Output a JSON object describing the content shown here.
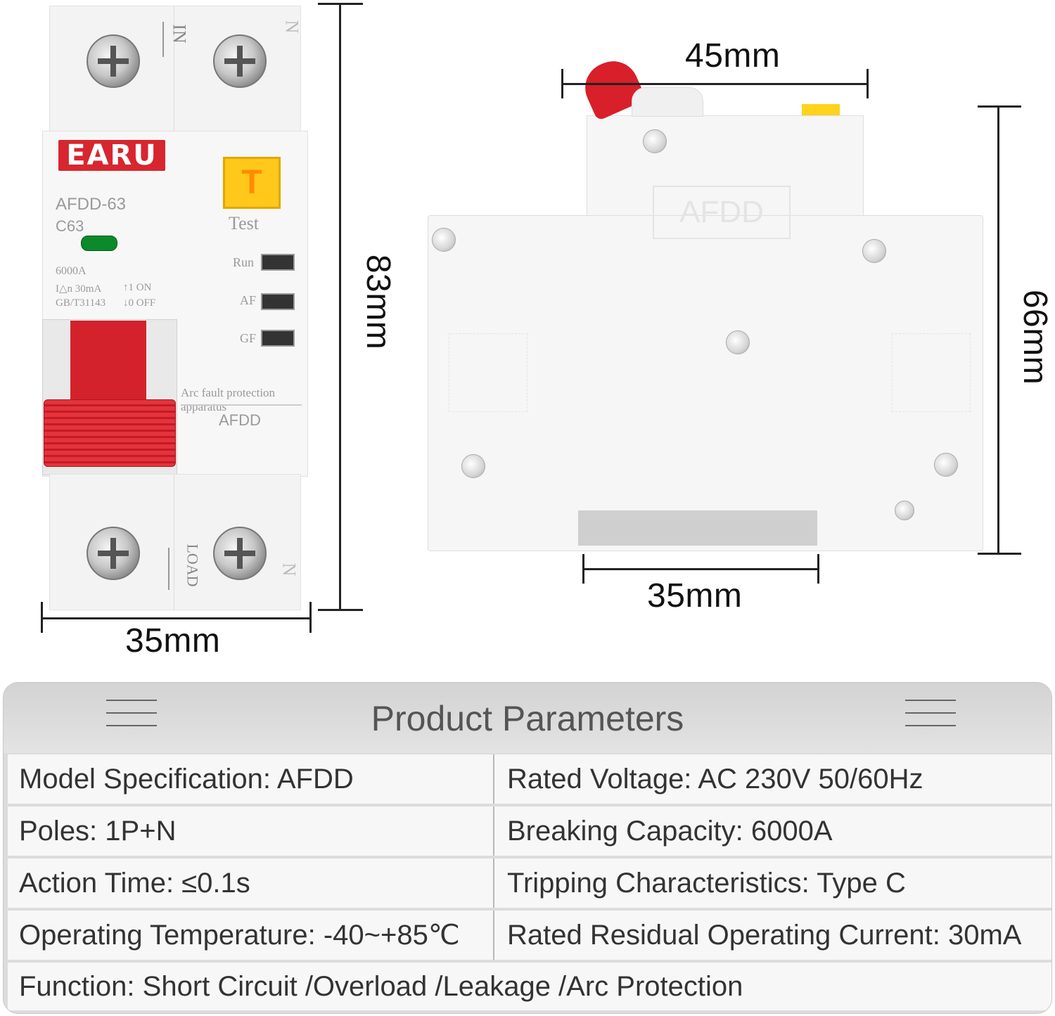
{
  "breaker": {
    "brand": "EARU",
    "model": "AFDD-63",
    "curve": "C63",
    "terminal_in": "IN",
    "terminal_n_top": "N",
    "terminal_load": "LOAD",
    "terminal_n_bottom": "N",
    "test_button": "T",
    "test_label": "Test",
    "rating": "6000A",
    "residual": "I△n 30mA",
    "switch_on": "↑1 ON",
    "switch_off": "↓0 OFF",
    "standard": "GB/T31143",
    "indicators": [
      "Run",
      "AF",
      "GF"
    ],
    "caption": "Arc fault protection apparatus",
    "caption2": "AFDD"
  },
  "side_view": {
    "emboss": "AFDD"
  },
  "dimensions": {
    "front_width": "35mm",
    "front_height": "83mm",
    "side_top_width": "45mm",
    "side_height": "66mm",
    "side_bottom_width": "35mm"
  },
  "parameters": {
    "title": "Product Parameters",
    "rows": [
      [
        "Model Specification: AFDD",
        "Rated Voltage: AC 230V 50/60Hz"
      ],
      [
        "Poles: 1P+N",
        "Breaking Capacity: 6000A"
      ],
      [
        "Action Time: ≤0.1s",
        "Tripping Characteristics: Type C"
      ],
      [
        "Operating Temperature: -40~+85℃",
        "Rated Residual Operating Current: 30mA"
      ]
    ],
    "function": "Function: Short Circuit /Overload /Leakage /Arc Protection"
  },
  "colors": {
    "brand_red": "#d7262f",
    "test_yellow": "#ffc81a",
    "led_green": "#0a8a2a"
  }
}
